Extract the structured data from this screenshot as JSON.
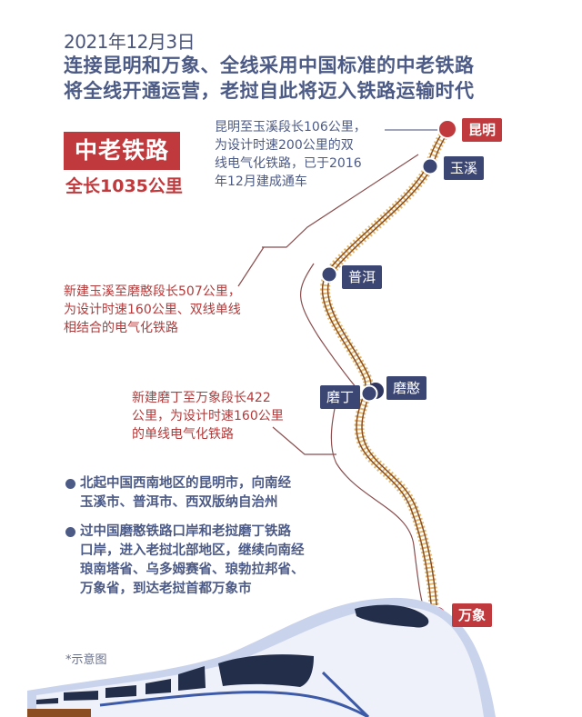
{
  "header": {
    "date": "2021年12月3日",
    "headline_lines": [
      "连接昆明和万象、全线采用中国标准的中老铁路",
      "将全线开通运营，老挝自此将迈入铁路运输时代"
    ]
  },
  "badge": {
    "title": "中老铁路",
    "length": "全长1035公里"
  },
  "stations": [
    {
      "name": "昆明",
      "style": "terminus",
      "color": "#c0393d"
    },
    {
      "name": "玉溪",
      "style": "stop",
      "color": "#3c4672"
    },
    {
      "name": "普洱",
      "style": "stop",
      "color": "#3c4672"
    },
    {
      "name": "磨丁",
      "style": "stop",
      "color": "#3c4672"
    },
    {
      "name": "磨憨",
      "style": "stop",
      "color": "#3c4672"
    },
    {
      "name": "万象",
      "style": "terminus",
      "color": "#c0393d"
    }
  ],
  "segments": [
    {
      "lines": [
        "昆明至玉溪段长106公里，",
        "为设计时速200公里的双",
        "线电气化铁路，已于2016",
        "年12月建成通车"
      ],
      "color": "#4c5a86"
    },
    {
      "lines": [
        "新建玉溪至磨憨段长507公里，",
        "为设计时速160公里、双线单线",
        "相结合的电气化铁路"
      ],
      "color": "#b23a3a"
    },
    {
      "lines": [
        "新建磨丁至万象段长422",
        "公里，为设计时速160公里",
        "的单线电气化铁路"
      ],
      "color": "#b23a3a"
    }
  ],
  "bullets": [
    {
      "lines": [
        "北起中国西南地区的昆明市，向南经",
        "玉溪市、普洱市、西双版纳自治州"
      ]
    },
    {
      "lines": [
        "过中国磨憨铁路口岸和老挝磨丁铁路",
        "口岸，进入老挝北部地区，继续向南经",
        "琅南塔省、乌多姆赛省、琅勃拉邦省、",
        "万象省，到达老挝首都万象市"
      ]
    }
  ],
  "footnote": "*示意图",
  "colors": {
    "headline": "#4c5a86",
    "accent_red": "#c0393d",
    "navy": "#3c4672",
    "track_rail": "#8a4e22",
    "track_tie": "#e2b96f"
  }
}
